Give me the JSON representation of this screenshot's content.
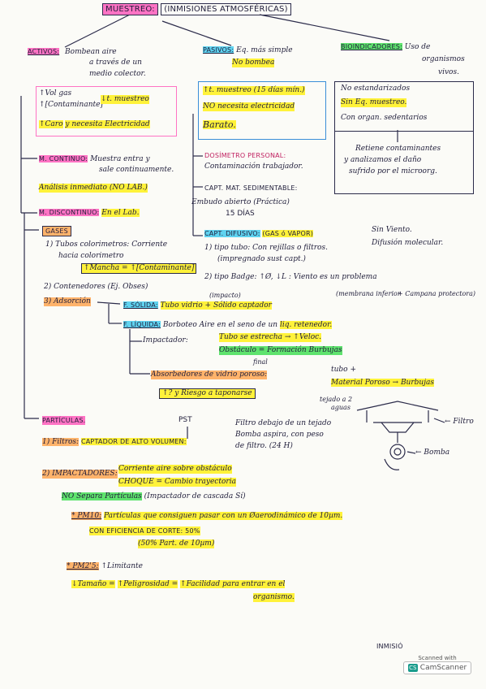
{
  "title": {
    "main": "MUESTREO:",
    "sub": "(INMISIONES ATMOSFÉRICAS)"
  },
  "activos": {
    "label": "ACTIVOS:",
    "desc1": "Bombean aire",
    "desc2": "a través de un",
    "desc3": "medio colector."
  },
  "pasivos": {
    "label": "PASIVOS:",
    "desc1": "Eq. más simple",
    "desc2": "No bombea"
  },
  "bioindicadores": {
    "label": "BIOINDICADORES:",
    "desc1": "Uso de",
    "desc2": "organismos",
    "desc3": "vivos."
  },
  "activos_box": {
    "l1": "↑Vol gas",
    "l2": "↑[Contaminante]",
    "l3": "↓t. muestreo",
    "l4": "↑Caro",
    "l5": "y necesita Electricidad"
  },
  "pasivos_box": {
    "l1": "↑t. muestreo (15 días mín.)",
    "l2": "NO necesita electricidad",
    "l3": "Barato."
  },
  "bio_box": {
    "l1": "No estandarizados",
    "l2": "Sin Eq. muestreo.",
    "l3": "Con organ. sedentarios",
    "l4": "Retiene contaminantes",
    "l5": "y analizamos el daño",
    "l6": "sufrido por el microorg."
  },
  "continuo": {
    "label": "M. CONTINUO:",
    "d1": "Muestra entra y",
    "d2": "sale continuamente.",
    "d3": "Análisis inmediato (NO LAB.)"
  },
  "discontinuo": {
    "label": "M. DISCONTINUO:",
    "desc": "En el Lab."
  },
  "dosimetro": {
    "label": "DOSÍMETRO PERSONAL:",
    "desc": "Contaminación trabajador."
  },
  "sedimentable": {
    "label": "CAPT. MAT. SEDIMENTABLE:",
    "d1": "Embudo abierto (Práctica)",
    "d2": "15 DÍAS"
  },
  "difusivo": {
    "label": "CAPT. DIFUSIVO:",
    "gas": "(GAS ó VAPOR)",
    "sv": "Sin Viento.",
    "dm": "Difusión molecular.",
    "t1": "1) tipo tubo: Con rejillas o filtros.",
    "t1b": "(impregnado sust capt.)",
    "t2": "2) tipo Badge: ↑Ø, ↓L : Viento es un problema",
    "t2b": "(membrana inferior",
    "t2c": "+ Campana protectora)"
  },
  "gases": {
    "label": "GASES",
    "i1": "1) Tubos colorimetros: Corriente",
    "i1b": "hacia colorimetro",
    "i1c": "↑Mancha = ↑[Contaminante]",
    "i2": "2) Contenedores (Ej. Obses)",
    "i3": "3) Adsorción",
    "fs_label": "F. SÓLIDA:",
    "fs_desc": "Tubo vidrio + Sólido captador",
    "impacto": "(impacto)",
    "fl_label": "F. LÍQUIDA:",
    "fl_desc": "Borboteo Aire en el seno de un",
    "fl_liq": "liq. retenedor.",
    "imp_label": "Impactador:",
    "imp1": "Tubo se estrecha → ↑Veloc.",
    "imp2": "Obstáculo = Formación Burbujas",
    "imp3": "final",
    "abs_label": "Absorbedores de vidrio poroso:",
    "abs1": "tubo +",
    "abs2": "Material Poroso → Burbujas",
    "abs3": "↑? y Riesgo a taponarse"
  },
  "particulas": {
    "label": "PARTÍCULAS.",
    "pst": "PST",
    "filtros": "1) Filtros:",
    "cav": "CAPTADOR DE ALTO VOLUMEN:",
    "cav_d1": "Filtro debajo de un tejado",
    "cav_d2": "Bomba aspira, con peso",
    "cav_d3": "de filtro. (24 H)",
    "tejado": "tejado a 2",
    "aguas": "aguas",
    "filtro_lbl": "Filtro",
    "bomba_lbl": "Bomba",
    "impactadores": "2) IMPACTADORES:",
    "imp1": "Corriente aire sobre obstáculo",
    "imp2": "CHOQUE = Cambio trayectoria",
    "nosep": "NO Separa Partículas",
    "cascada": "(Impactador de cascada Sí)",
    "pm10_label": "* PM10:",
    "pm10_d": "Partículas que consiguen pasar con un Øaerodinámico de 10µm.",
    "pm10_ef": "CON EFICIENCIA DE CORTE: 50%",
    "pm10_50": "(50% Part. de 10µm)",
    "pm25_label": "* PM2'5:",
    "pm25_d": "↑Limitante",
    "tam": "↓Tamaño =",
    "pel": "↑Peligrosidad =",
    "fac": "↑Facilidad para entrar en el",
    "org": "organismo."
  },
  "footer": {
    "cut": "INMISIÓ",
    "scanned": "Scanned with",
    "brand": "CamScanner"
  },
  "colors": {
    "yellow": "#fff23a",
    "pink": "#ff73c4",
    "orange": "#ffb36b",
    "green": "#5fe36e",
    "cyan": "#5fd3f0",
    "ink": "#1f1d3a"
  }
}
